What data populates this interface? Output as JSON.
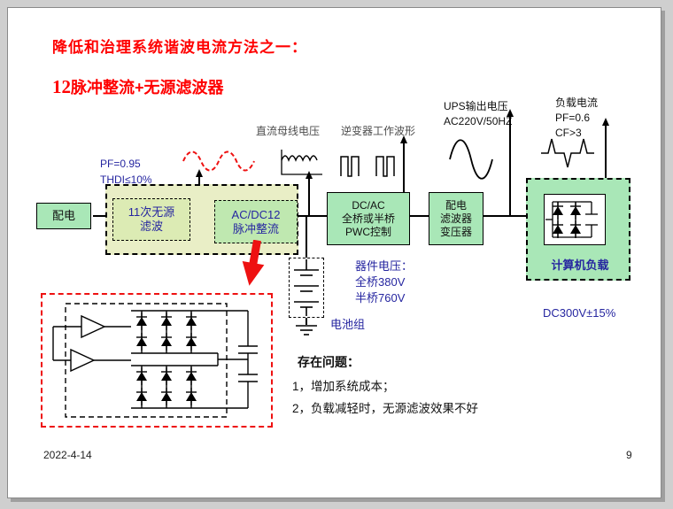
{
  "slide": {
    "title": "降低和治理系统谐波电流方法之一：",
    "subtitle_num": "12",
    "subtitle_rest": "脉冲整流+无源滤波器",
    "date": "2022-4-14",
    "page": "9"
  },
  "annotations": {
    "pf": "PF=0.95",
    "thdi": "THDI≤10%",
    "dc_bus": "直流母线电压",
    "inverter_wave": "逆变器工作波形",
    "ups_line1": "UPS输出电压",
    "ups_line2": "AC220V/50HZ",
    "load_line1": "负载电流",
    "load_line2": "PF=0.6",
    "load_line3": "CF>3",
    "device_line1": "器件电压：",
    "device_line2": "全桥380V",
    "device_line3": "半桥760V",
    "battery": "电池组",
    "dc300": "DC300V±15%"
  },
  "blocks": {
    "distribution": "配电",
    "filter": "11次无源\n滤波",
    "rectifier": "AC/DC12\n脉冲整流",
    "inverter": "DC/AC\n全桥或半桥\nPWC控制",
    "output": "配电\n滤波器\n变压器",
    "computer_load": "计算机负载"
  },
  "problems": {
    "heading": "存在问题：",
    "item1": "1，增加系统成本；",
    "item2": "2，负载减轻时，无源滤波效果不好"
  },
  "colors": {
    "title_red": "#ff0000",
    "box_green": "#a9e7b7",
    "panel_yellow_green": "#e9eec6",
    "blue_text": "#2626a0",
    "arrow_red": "#ee1111"
  }
}
